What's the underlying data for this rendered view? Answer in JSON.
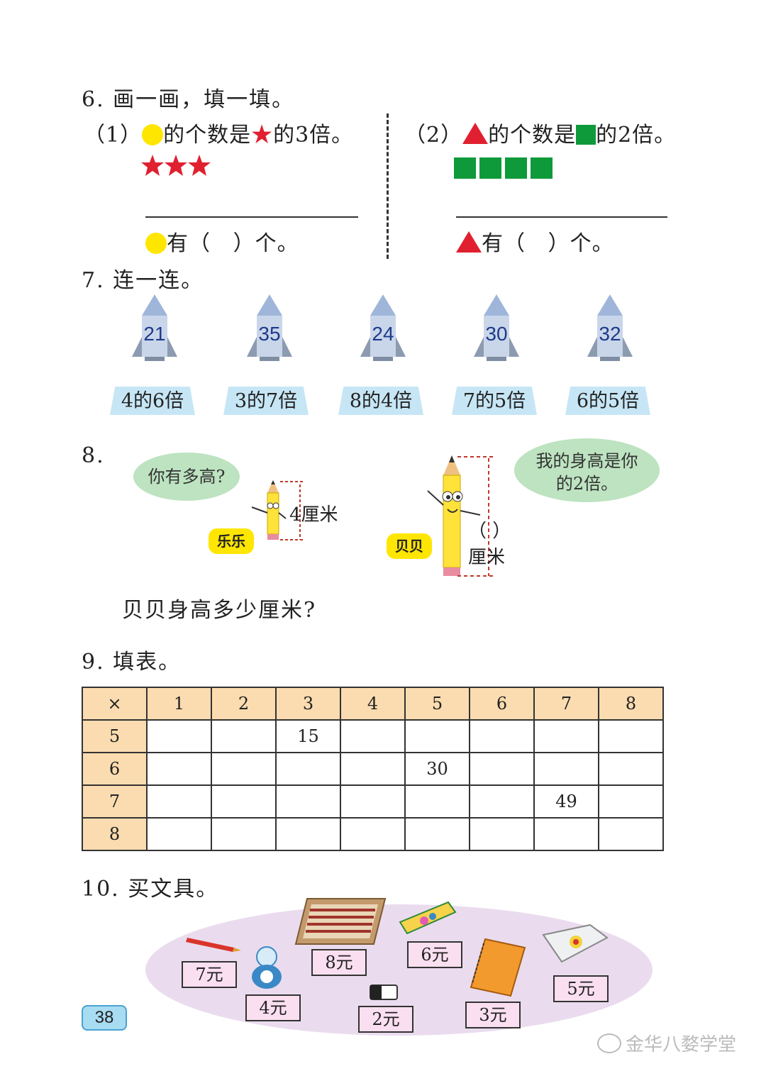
{
  "q6": {
    "title": "6. 画一画，填一填。",
    "part1": {
      "num": "（1）",
      "text_a": "的个数是",
      "text_b": "的3倍。",
      "answer_a": "有（",
      "answer_b": "）个。"
    },
    "part2": {
      "num": "（2）",
      "text_a": "的个数是",
      "text_b": "的2倍。",
      "answer_a": "有（",
      "answer_b": "）个。"
    },
    "star_glyph": "★"
  },
  "q7": {
    "title": "7. 连一连。",
    "rockets": [
      "21",
      "35",
      "24",
      "30",
      "32"
    ],
    "labels": [
      "4的6倍",
      "3的7倍",
      "8的4倍",
      "7的5倍",
      "6的5倍"
    ]
  },
  "q8": {
    "num": "8.",
    "bubble1": "你有多高?",
    "bubble2_line1": "我的身高是你",
    "bubble2_line2": "的2倍。",
    "lele": "乐乐",
    "beibei": "贝贝",
    "height1": "4厘米",
    "paren": "（  ）",
    "unit": "厘米",
    "question": "贝贝身高多少厘米?"
  },
  "q9": {
    "title": "9. 填表。",
    "header": [
      "×",
      "1",
      "2",
      "3",
      "4",
      "5",
      "6",
      "7",
      "8"
    ],
    "rows": [
      [
        "5",
        "",
        "",
        "15",
        "",
        "",
        "",
        "",
        ""
      ],
      [
        "6",
        "",
        "",
        "",
        "",
        "30",
        "",
        "",
        ""
      ],
      [
        "7",
        "",
        "",
        "",
        "",
        "",
        "",
        "49",
        ""
      ],
      [
        "8",
        "",
        "",
        "",
        "",
        "",
        "",
        "",
        ""
      ]
    ]
  },
  "q10": {
    "title": "10. 买文具。",
    "prices": [
      "7元",
      "4元",
      "8元",
      "2元",
      "6元",
      "3元",
      "5元"
    ]
  },
  "page_number": "38",
  "watermark": "金华八婺学堂"
}
